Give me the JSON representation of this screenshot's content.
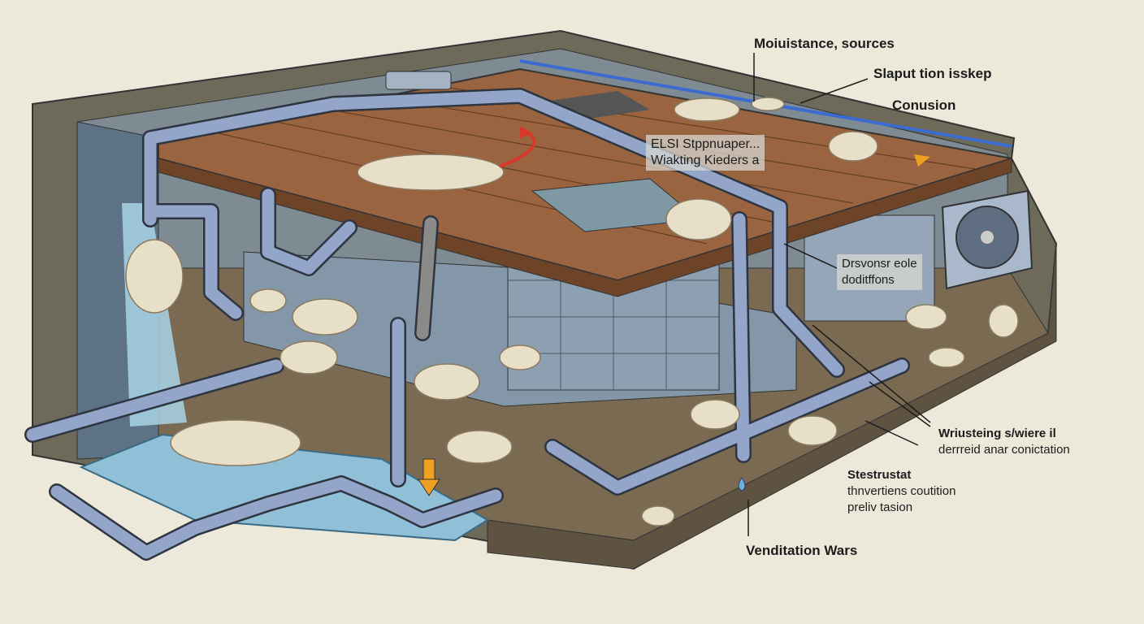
{
  "title": "Crawl space moisture diagram",
  "labels": {
    "moisture_sources": "Moiuistance, sources",
    "slaput": "Slaput tion isskep",
    "conusion": "Conusion",
    "stepper_line1": "ELSI Stppnuaper...",
    "stepper_line2": "Wiakting Kieders a",
    "drainage_line1": "Drsvonsr eole",
    "drainage_line2": "doditffons",
    "wriusteing_line1": "Wriusteing s/wiere il",
    "wriusteing_line2": "derrreid anar conictation",
    "stestrustat_line1": "Stestrustat",
    "stestrustat_line2": "thnvertiens coutition",
    "stestrustat_line3": "preliv tasion",
    "ventilation": "Venditation Wars"
  },
  "colors": {
    "background": "#ece8da",
    "soil": "#6b5e4a",
    "deck": "#9a6440",
    "pipe": "#93a6c9",
    "water": "#8fc0d8",
    "insulation": "#e8dfc8",
    "arrow_orange": "#f0a020",
    "arrow_red": "#d8382a"
  }
}
